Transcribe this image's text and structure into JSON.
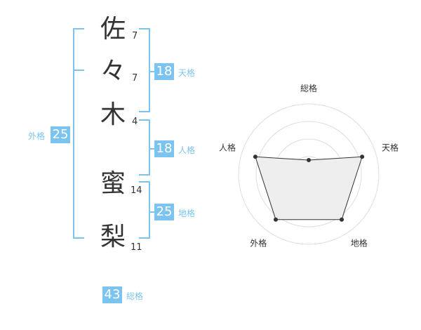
{
  "name": {
    "characters": [
      {
        "char": "佐",
        "strokes": "7"
      },
      {
        "char": "々",
        "strokes": "7"
      },
      {
        "char": "木",
        "strokes": "4"
      },
      {
        "char": "蜜",
        "strokes": "14"
      },
      {
        "char": "梨",
        "strokes": "11"
      }
    ]
  },
  "fortune": {
    "tenkaku": {
      "value": "18",
      "label": "天格"
    },
    "jinkaku": {
      "value": "18",
      "label": "人格"
    },
    "chikaku": {
      "value": "25",
      "label": "地格"
    },
    "gaikaku": {
      "value": "25",
      "label": "外格"
    },
    "soukaku": {
      "value": "43",
      "label": "総格"
    }
  },
  "chart_data": {
    "type": "radar",
    "categories": [
      "総格",
      "天格",
      "地格",
      "外格",
      "人格"
    ],
    "values": [
      1,
      4,
      4,
      4,
      4
    ],
    "range": [
      0,
      5
    ],
    "rings": 4,
    "colors": {
      "fill": "#eeeeee",
      "line": "#333333",
      "ring": "#dddddd",
      "point": "#333333",
      "center": "#cccccc"
    }
  }
}
